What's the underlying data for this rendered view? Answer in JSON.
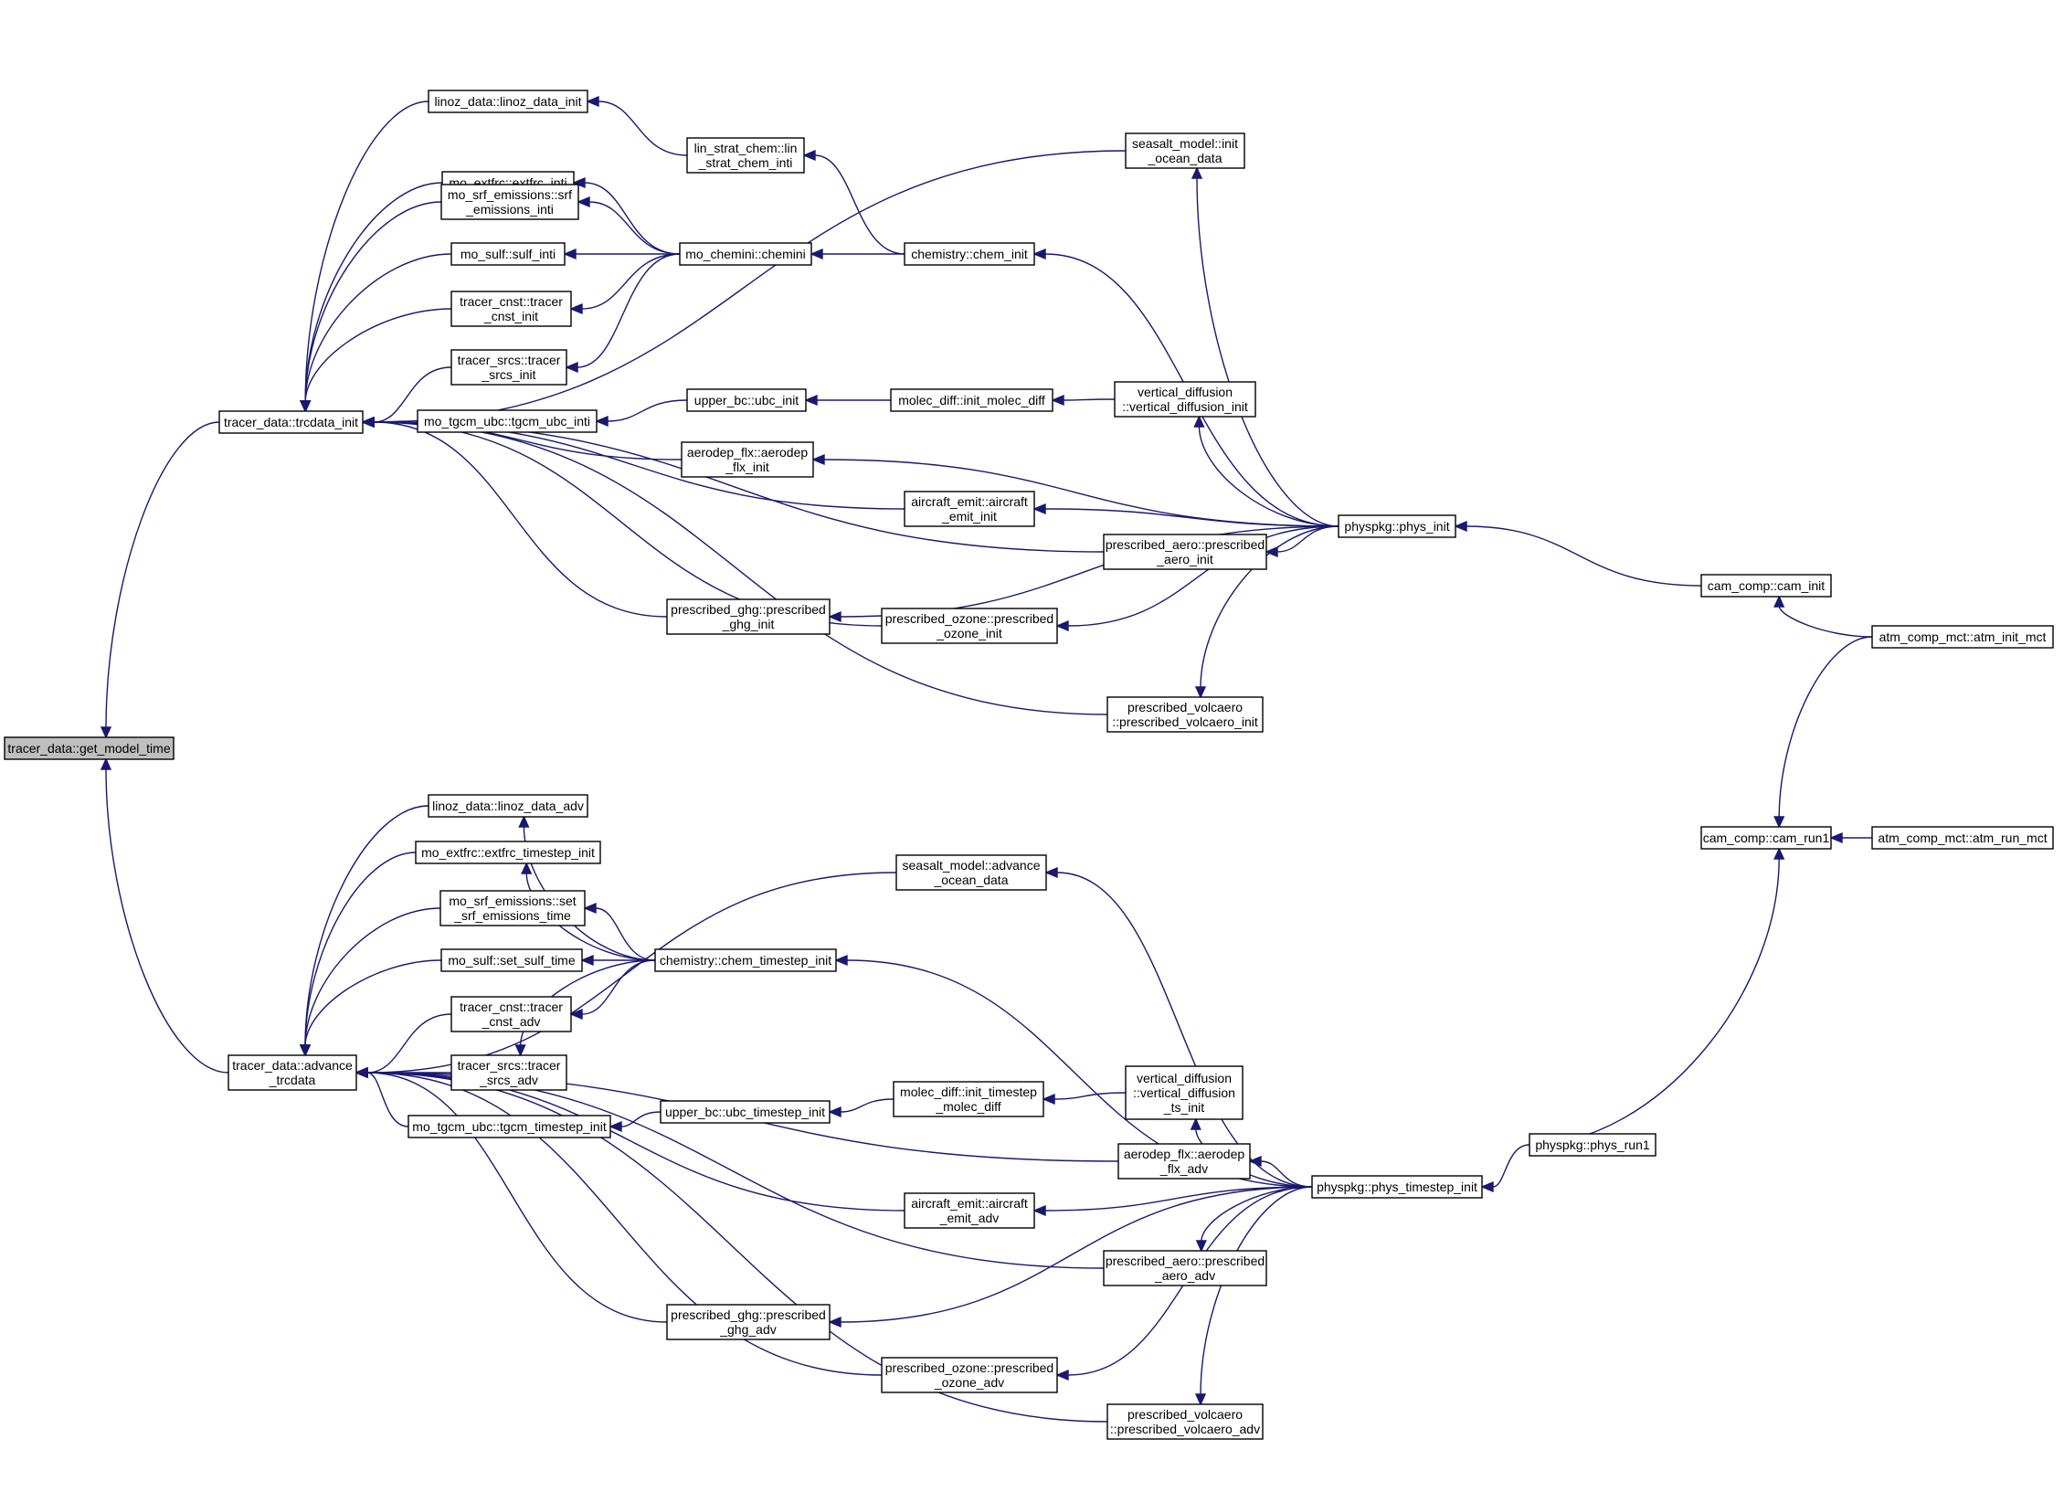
{
  "graph": {
    "edge_color": "#191970",
    "root_fill": "#bfbfbf",
    "nodes": [
      {
        "id": "get_model_time",
        "lines": [
          "tracer_data::get_model_time"
        ],
        "root": true
      },
      {
        "id": "trcdata_init",
        "lines": [
          "tracer_data::trcdata_init"
        ]
      },
      {
        "id": "advance_trcdata",
        "lines": [
          "tracer_data::advance",
          "_trcdata"
        ]
      },
      {
        "id": "linoz_data_init",
        "lines": [
          "linoz_data::linoz_data_init"
        ]
      },
      {
        "id": "extfrc_inti",
        "lines": [
          "mo_extfrc::extfrc_inti"
        ]
      },
      {
        "id": "srf_emissions_inti",
        "lines": [
          "mo_srf_emissions::srf",
          "_emissions_inti"
        ]
      },
      {
        "id": "sulf_inti",
        "lines": [
          "mo_sulf::sulf_inti"
        ]
      },
      {
        "id": "tracer_cnst_init",
        "lines": [
          "tracer_cnst::tracer",
          "_cnst_init"
        ]
      },
      {
        "id": "tracer_srcs_init",
        "lines": [
          "tracer_srcs::tracer",
          "_srcs_init"
        ]
      },
      {
        "id": "tgcm_ubc_inti",
        "lines": [
          "mo_tgcm_ubc::tgcm_ubc_inti"
        ]
      },
      {
        "id": "aerodep_flx_init",
        "lines": [
          "aerodep_flx::aerodep",
          "_flx_init"
        ]
      },
      {
        "id": "aircraft_emit_init",
        "lines": [
          "aircraft_emit::aircraft",
          "_emit_init"
        ]
      },
      {
        "id": "prescribed_aero_init",
        "lines": [
          "prescribed_aero::prescribed",
          "_aero_init"
        ]
      },
      {
        "id": "prescribed_ghg_init",
        "lines": [
          "prescribed_ghg::prescribed",
          "_ghg_init"
        ]
      },
      {
        "id": "prescribed_ozone_init",
        "lines": [
          "prescribed_ozone::prescribed",
          "_ozone_init"
        ]
      },
      {
        "id": "prescribed_volcaero_init",
        "lines": [
          "prescribed_volcaero",
          "::prescribed_volcaero_init"
        ]
      },
      {
        "id": "lin_strat_chem_inti",
        "lines": [
          "lin_strat_chem::lin",
          "_strat_chem_inti"
        ]
      },
      {
        "id": "chemini",
        "lines": [
          "mo_chemini::chemini"
        ]
      },
      {
        "id": "chem_init",
        "lines": [
          "chemistry::chem_init"
        ]
      },
      {
        "id": "ubc_init",
        "lines": [
          "upper_bc::ubc_init"
        ]
      },
      {
        "id": "init_molec_diff",
        "lines": [
          "molec_diff::init_molec_diff"
        ]
      },
      {
        "id": "vertical_diffusion_init",
        "lines": [
          "vertical_diffusion",
          "::vertical_diffusion_init"
        ]
      },
      {
        "id": "init_ocean_data",
        "lines": [
          "seasalt_model::init",
          "_ocean_data"
        ]
      },
      {
        "id": "phys_init",
        "lines": [
          "physpkg::phys_init"
        ]
      },
      {
        "id": "cam_init",
        "lines": [
          "cam_comp::cam_init"
        ]
      },
      {
        "id": "atm_init_mct",
        "lines": [
          "atm_comp_mct::atm_init_mct"
        ]
      },
      {
        "id": "cam_run1",
        "lines": [
          "cam_comp::cam_run1"
        ]
      },
      {
        "id": "atm_run_mct",
        "lines": [
          "atm_comp_mct::atm_run_mct"
        ]
      },
      {
        "id": "linoz_data_adv",
        "lines": [
          "linoz_data::linoz_data_adv"
        ]
      },
      {
        "id": "extfrc_timestep_init",
        "lines": [
          "mo_extfrc::extfrc_timestep_init"
        ]
      },
      {
        "id": "set_srf_emissions_time",
        "lines": [
          "mo_srf_emissions::set",
          "_srf_emissions_time"
        ]
      },
      {
        "id": "set_sulf_time",
        "lines": [
          "mo_sulf::set_sulf_time"
        ]
      },
      {
        "id": "tracer_cnst_adv",
        "lines": [
          "tracer_cnst::tracer",
          "_cnst_adv"
        ]
      },
      {
        "id": "tracer_srcs_adv",
        "lines": [
          "tracer_srcs::tracer",
          "_srcs_adv"
        ]
      },
      {
        "id": "tgcm_timestep_init",
        "lines": [
          "mo_tgcm_ubc::tgcm_timestep_init"
        ]
      },
      {
        "id": "advance_ocean_data",
        "lines": [
          "seasalt_model::advance",
          "_ocean_data"
        ]
      },
      {
        "id": "chem_timestep_init",
        "lines": [
          "chemistry::chem_timestep_init"
        ]
      },
      {
        "id": "ubc_timestep_init",
        "lines": [
          "upper_bc::ubc_timestep_init"
        ]
      },
      {
        "id": "init_timestep_molec_diff",
        "lines": [
          "molec_diff::init_timestep",
          "_molec_diff"
        ]
      },
      {
        "id": "vertical_diffusion_ts_init",
        "lines": [
          "vertical_diffusion",
          "::vertical_diffusion",
          "_ts_init"
        ]
      },
      {
        "id": "aerodep_flx_adv",
        "lines": [
          "aerodep_flx::aerodep",
          "_flx_adv"
        ]
      },
      {
        "id": "aircraft_emit_adv",
        "lines": [
          "aircraft_emit::aircraft",
          "_emit_adv"
        ]
      },
      {
        "id": "prescribed_aero_adv",
        "lines": [
          "prescribed_aero::prescribed",
          "_aero_adv"
        ]
      },
      {
        "id": "prescribed_ghg_adv",
        "lines": [
          "prescribed_ghg::prescribed",
          "_ghg_adv"
        ]
      },
      {
        "id": "prescribed_ozone_adv",
        "lines": [
          "prescribed_ozone::prescribed",
          "_ozone_adv"
        ]
      },
      {
        "id": "prescribed_volcaero_adv",
        "lines": [
          "prescribed_volcaero",
          "::prescribed_volcaero_adv"
        ]
      },
      {
        "id": "phys_timestep_init",
        "lines": [
          "physpkg::phys_timestep_init"
        ]
      },
      {
        "id": "phys_run1",
        "lines": [
          "physpkg::phys_run1"
        ]
      }
    ],
    "edges": [
      [
        "trcdata_init",
        "get_model_time"
      ],
      [
        "advance_trcdata",
        "get_model_time"
      ],
      [
        "linoz_data_init",
        "trcdata_init"
      ],
      [
        "extfrc_inti",
        "trcdata_init"
      ],
      [
        "srf_emissions_inti",
        "trcdata_init"
      ],
      [
        "sulf_inti",
        "trcdata_init"
      ],
      [
        "tracer_cnst_init",
        "trcdata_init"
      ],
      [
        "tracer_srcs_init",
        "trcdata_init"
      ],
      [
        "tgcm_ubc_inti",
        "trcdata_init"
      ],
      [
        "aerodep_flx_init",
        "trcdata_init"
      ],
      [
        "aircraft_emit_init",
        "trcdata_init"
      ],
      [
        "prescribed_aero_init",
        "trcdata_init"
      ],
      [
        "prescribed_ghg_init",
        "trcdata_init"
      ],
      [
        "prescribed_ozone_init",
        "trcdata_init"
      ],
      [
        "prescribed_volcaero_init",
        "trcdata_init"
      ],
      [
        "init_ocean_data",
        "trcdata_init"
      ],
      [
        "lin_strat_chem_inti",
        "linoz_data_init"
      ],
      [
        "chemini",
        "extfrc_inti"
      ],
      [
        "chemini",
        "srf_emissions_inti"
      ],
      [
        "chemini",
        "sulf_inti"
      ],
      [
        "chemini",
        "tracer_cnst_init"
      ],
      [
        "chemini",
        "tracer_srcs_init"
      ],
      [
        "chem_init",
        "lin_strat_chem_inti"
      ],
      [
        "chem_init",
        "chemini"
      ],
      [
        "ubc_init",
        "tgcm_ubc_inti"
      ],
      [
        "init_molec_diff",
        "ubc_init"
      ],
      [
        "vertical_diffusion_init",
        "init_molec_diff"
      ],
      [
        "phys_init",
        "chem_init"
      ],
      [
        "phys_init",
        "vertical_diffusion_init"
      ],
      [
        "phys_init",
        "aerodep_flx_init"
      ],
      [
        "phys_init",
        "aircraft_emit_init"
      ],
      [
        "phys_init",
        "prescribed_aero_init"
      ],
      [
        "phys_init",
        "prescribed_ghg_init"
      ],
      [
        "phys_init",
        "prescribed_ozone_init"
      ],
      [
        "phys_init",
        "prescribed_volcaero_init"
      ],
      [
        "phys_init",
        "init_ocean_data"
      ],
      [
        "cam_init",
        "phys_init"
      ],
      [
        "atm_init_mct",
        "cam_init"
      ],
      [
        "atm_init_mct",
        "cam_run1"
      ],
      [
        "atm_run_mct",
        "cam_run1"
      ],
      [
        "phys_run1",
        "cam_run1"
      ],
      [
        "linoz_data_adv",
        "advance_trcdata"
      ],
      [
        "extfrc_timestep_init",
        "advance_trcdata"
      ],
      [
        "set_srf_emissions_time",
        "advance_trcdata"
      ],
      [
        "set_sulf_time",
        "advance_trcdata"
      ],
      [
        "tracer_cnst_adv",
        "advance_trcdata"
      ],
      [
        "tracer_srcs_adv",
        "advance_trcdata"
      ],
      [
        "tgcm_timestep_init",
        "advance_trcdata"
      ],
      [
        "aerodep_flx_adv",
        "advance_trcdata"
      ],
      [
        "aircraft_emit_adv",
        "advance_trcdata"
      ],
      [
        "prescribed_aero_adv",
        "advance_trcdata"
      ],
      [
        "prescribed_ghg_adv",
        "advance_trcdata"
      ],
      [
        "prescribed_ozone_adv",
        "advance_trcdata"
      ],
      [
        "prescribed_volcaero_adv",
        "advance_trcdata"
      ],
      [
        "advance_ocean_data",
        "advance_trcdata"
      ],
      [
        "chem_timestep_init",
        "linoz_data_adv"
      ],
      [
        "chem_timestep_init",
        "extfrc_timestep_init"
      ],
      [
        "chem_timestep_init",
        "set_srf_emissions_time"
      ],
      [
        "chem_timestep_init",
        "set_sulf_time"
      ],
      [
        "chem_timestep_init",
        "tracer_cnst_adv"
      ],
      [
        "chem_timestep_init",
        "tracer_srcs_adv"
      ],
      [
        "ubc_timestep_init",
        "tgcm_timestep_init"
      ],
      [
        "init_timestep_molec_diff",
        "ubc_timestep_init"
      ],
      [
        "vertical_diffusion_ts_init",
        "init_timestep_molec_diff"
      ],
      [
        "phys_timestep_init",
        "chem_timestep_init"
      ],
      [
        "phys_timestep_init",
        "vertical_diffusion_ts_init"
      ],
      [
        "phys_timestep_init",
        "aerodep_flx_adv"
      ],
      [
        "phys_timestep_init",
        "aircraft_emit_adv"
      ],
      [
        "phys_timestep_init",
        "prescribed_aero_adv"
      ],
      [
        "phys_timestep_init",
        "prescribed_ghg_adv"
      ],
      [
        "phys_timestep_init",
        "prescribed_ozone_adv"
      ],
      [
        "phys_timestep_init",
        "prescribed_volcaero_adv"
      ],
      [
        "phys_timestep_init",
        "advance_ocean_data"
      ],
      [
        "phys_run1",
        "phys_timestep_init"
      ]
    ]
  }
}
